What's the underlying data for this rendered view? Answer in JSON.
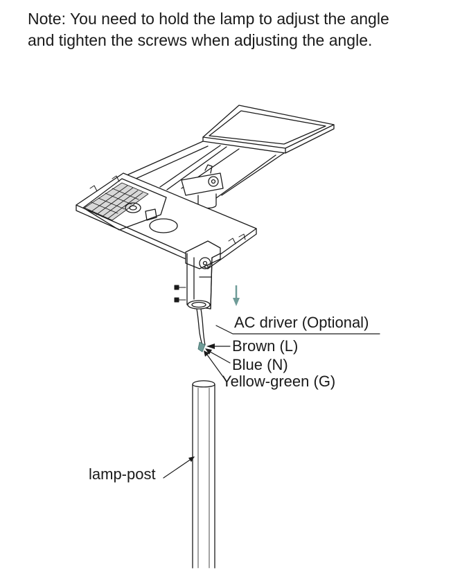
{
  "note": {
    "line1": "Note: You need to hold the lamp to adjust the angle",
    "line2": "and tighten the screws when adjusting the angle."
  },
  "labels": {
    "ac_driver": "AC driver (Optional)",
    "brown": "Brown (L)",
    "blue": "Blue (N)",
    "yellow_green": "Yellow-green (G)",
    "lamp_post": "lamp-post"
  },
  "colors": {
    "line": "#1a1a1a",
    "arrow": "#6f9c98"
  }
}
